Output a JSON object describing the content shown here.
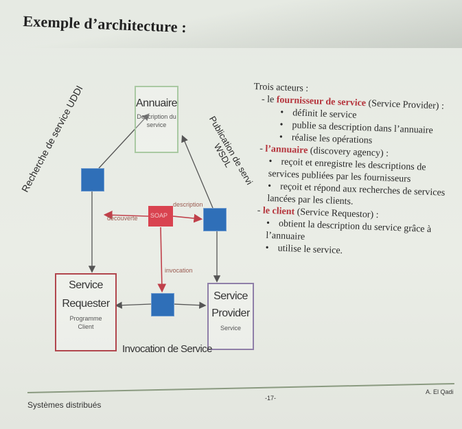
{
  "slide": {
    "title": "Exemple d’architecture :",
    "diagram": {
      "annuaire": {
        "title": "Annuaire",
        "sub1": "Description du",
        "sub2": "service"
      },
      "requester": {
        "line1": "Service",
        "line2": "Requester",
        "sub1": "Programme",
        "sub2": "Client"
      },
      "provider": {
        "line1": "Service",
        "line2": "Provider",
        "sub": "Service"
      },
      "soap_label": "SOAP",
      "label_decouverte": "découverte",
      "label_description": "description",
      "label_invocation": "invocation",
      "left_vertical": "Recherche de service UDDI",
      "right_vertical_1": "Publication de servi",
      "right_vertical_2": "WSDL",
      "bottom_label": "Invocation de Service",
      "colors": {
        "requester_border": "#b1464d",
        "provider_border": "#8f7fa8",
        "annuaire_border": "#a9c9a2",
        "square": "#2f6fb8",
        "soap": "#d94350"
      }
    },
    "text": {
      "intro": "Trois acteurs :",
      "fournisseur_prefix": "- le",
      "fournisseur_bold": "fournisseur de service",
      "fournisseur_rest": "(Service Provider) :",
      "fournisseur_items": [
        "définit le service",
        "publie sa description dans l’annuaire",
        "réalise les opérations"
      ],
      "annuaire_prefix": "-",
      "annuaire_bold": "l’annuaire",
      "annuaire_rest": "(discovery agency) :",
      "annuaire_items": [
        "reçoit et enregistre les descriptions de services publiées par les fournisseurs",
        "reçoit et répond aux recherches de services lancées par les clients."
      ],
      "client_prefix": "-",
      "client_bold": "le client",
      "client_rest": "(Service Requestor) :",
      "client_items": [
        "obtient la description du service grâce à l’annuaire",
        "utilise le service."
      ]
    },
    "footer": {
      "left": "Systèmes distribués",
      "page": "-17-",
      "author": "A. El Qadi"
    }
  }
}
